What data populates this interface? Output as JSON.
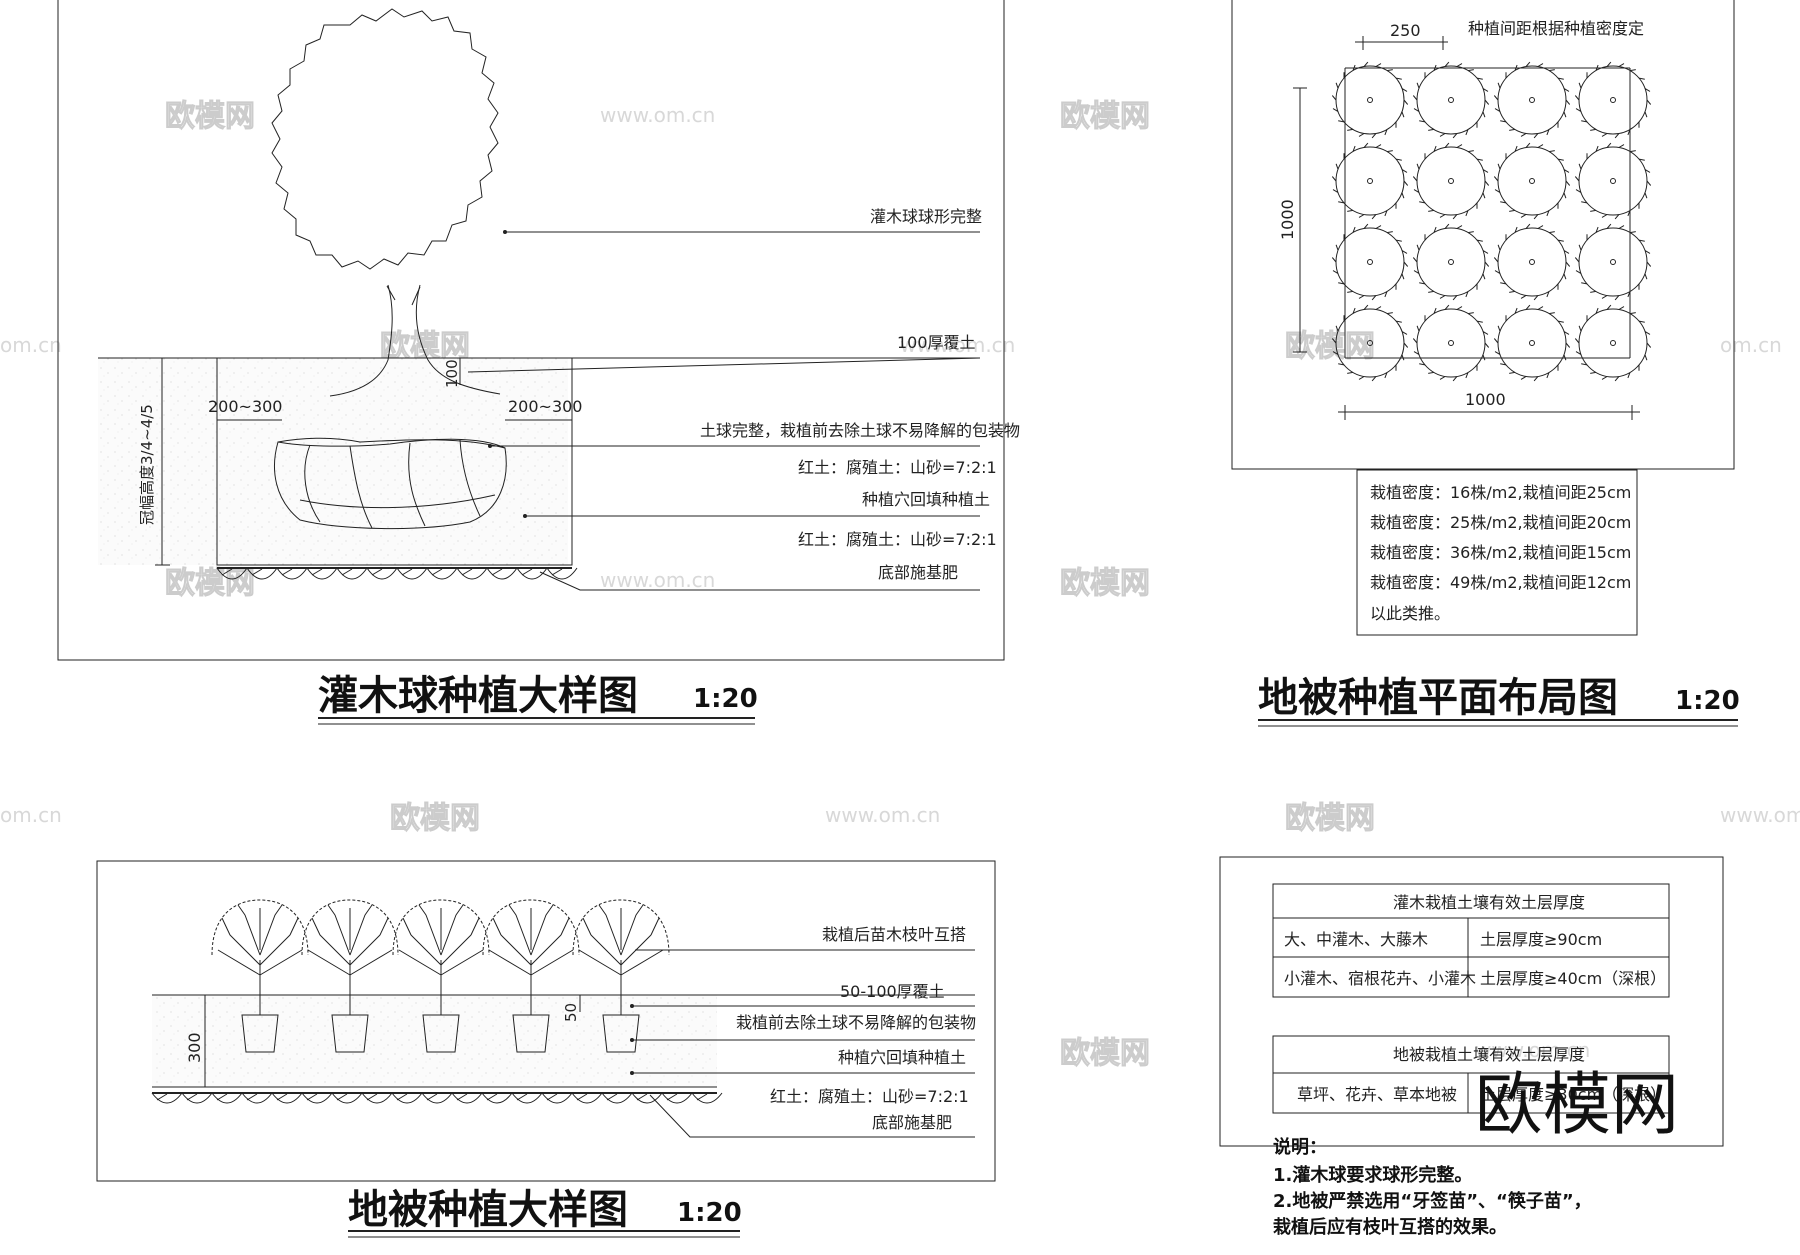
{
  "panel_shrub": {
    "title": "灌木球种植大样图",
    "scale": "1:20",
    "labels": {
      "complete_form": "灌木球球形完整",
      "cover_soil": "100厚覆土",
      "dim_100": "100",
      "dim_left": "200~300",
      "dim_right": "200~300",
      "depth": "冠幅高度3/4~4/5",
      "rootball": "土球完整，栽植前去除土球不易降解的包装物",
      "mix1": "红土：腐殖土：山砂=7:2:1",
      "backfill": "种植穴回填种植土",
      "mix2": "红土：腐殖土：山砂=7:2:1",
      "base_fertilizer": "底部施基肥"
    }
  },
  "panel_layout": {
    "title": "地被种植平面布局图",
    "scale": "1:20",
    "dim_spacing": "250",
    "spacing_note": "种植间距根据种植密度定",
    "dim_height": "1000",
    "dim_width": "1000",
    "density_rows": [
      "栽植密度：16株/m2,栽植间距25cm",
      "栽植密度：25株/m2,栽植间距20cm",
      "栽植密度：36株/m2,栽植间距15cm",
      "栽植密度：49株/m2,栽植间距12cm",
      "以此类推。"
    ]
  },
  "panel_groundcover": {
    "title": "地被种植大样图",
    "scale": "1:20",
    "labels": {
      "overlap": "栽植后苗木枝叶互搭",
      "cover_soil": "50-100厚覆土",
      "dim_50": "50",
      "dim_300": "300",
      "remove_pack": "栽植前去除土球不易降解的包装物",
      "backfill": "种植穴回填种植土",
      "mix": "红土：腐殖土：山砂=7:2:1",
      "base_fertilizer": "底部施基肥"
    }
  },
  "panel_soil": {
    "table1": {
      "title": "灌木栽植土壤有效土层厚度",
      "rows": [
        [
          "大、中灌木、大藤木",
          "土层厚度≥90cm"
        ],
        [
          "小灌木、宿根花卉、小灌木",
          "土层厚度≥40cm（深根）"
        ]
      ]
    },
    "table2": {
      "title": "地被栽植土壤有效土层厚度",
      "rows": [
        [
          "草坪、花卉、草本地被",
          "土层厚度≥30cm（深根）"
        ]
      ]
    },
    "notes_title": "说明：",
    "notes": [
      "1.灌木球要求球形完整。",
      "2.地被严禁选用“牙签苗”、“筷子苗”，",
      "栽植后应有枝叶互搭的效果。"
    ]
  },
  "watermark": {
    "logo": "欧模网",
    "url": "www.om.cn",
    "url_short": "om.cn"
  }
}
